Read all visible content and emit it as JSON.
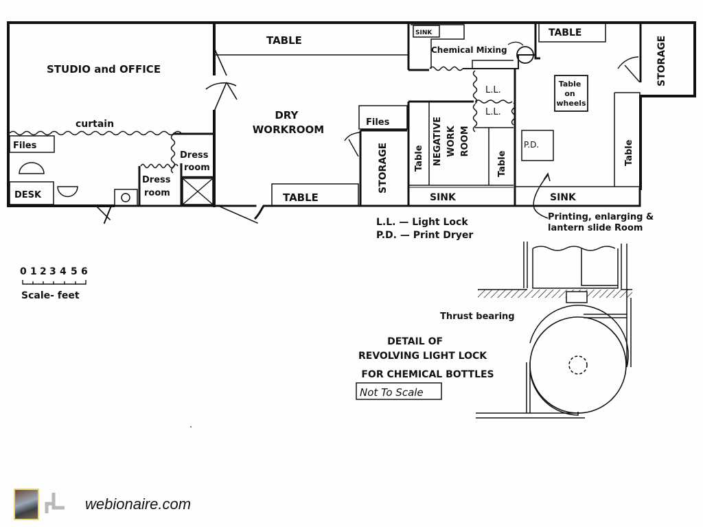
{
  "rooms": {
    "studio": "STUDIO and OFFICE",
    "curtain": "curtain",
    "files_left": "Files",
    "desk": "DESK",
    "dress_room_1": [
      "Dress",
      "room"
    ],
    "dress_room_2": [
      "Dress",
      "room"
    ],
    "table_top": "TABLE",
    "dry_workroom": [
      "DRY",
      "WORKROOM"
    ],
    "table_bottom": "TABLE",
    "files_mid": "Files",
    "storage_mid": "STORAGE",
    "sink_small": "SINK",
    "chemical_mixing": "Chemical Mixing",
    "light_lock_1": "L.L.",
    "light_lock_2": "L.L.",
    "table_neg_left": "Table",
    "negative_work_room": [
      "NEGATIVE",
      "WORK",
      "ROOM"
    ],
    "table_neg_right": "Table",
    "sink_neg": "SINK",
    "table_print_top": "TABLE",
    "table_on_wheels": [
      "Table",
      "on",
      "wheels"
    ],
    "print_dryer": "P.D.",
    "table_print_right": "Table",
    "sink_print": "SINK",
    "storage_right": "STORAGE",
    "printing_room": [
      "Printing, enlarging  &",
      "lantern slide Room"
    ]
  },
  "legend": {
    "ll": "L.L.  —  Light Lock",
    "pd": "P.D.  —  Print Dryer"
  },
  "scale": {
    "numbers": [
      "0",
      "1",
      "2",
      "3",
      "4",
      "5",
      "6"
    ],
    "label": "Scale- feet"
  },
  "detail": {
    "thrust": "Thrust bearing",
    "title": [
      "DETAIL OF",
      "REVOLVING LIGHT LOCK",
      "FOR CHEMICAL BOTTLES"
    ],
    "not_to_scale": "Not To Scale"
  },
  "footer": {
    "site": "webionaire.com"
  }
}
